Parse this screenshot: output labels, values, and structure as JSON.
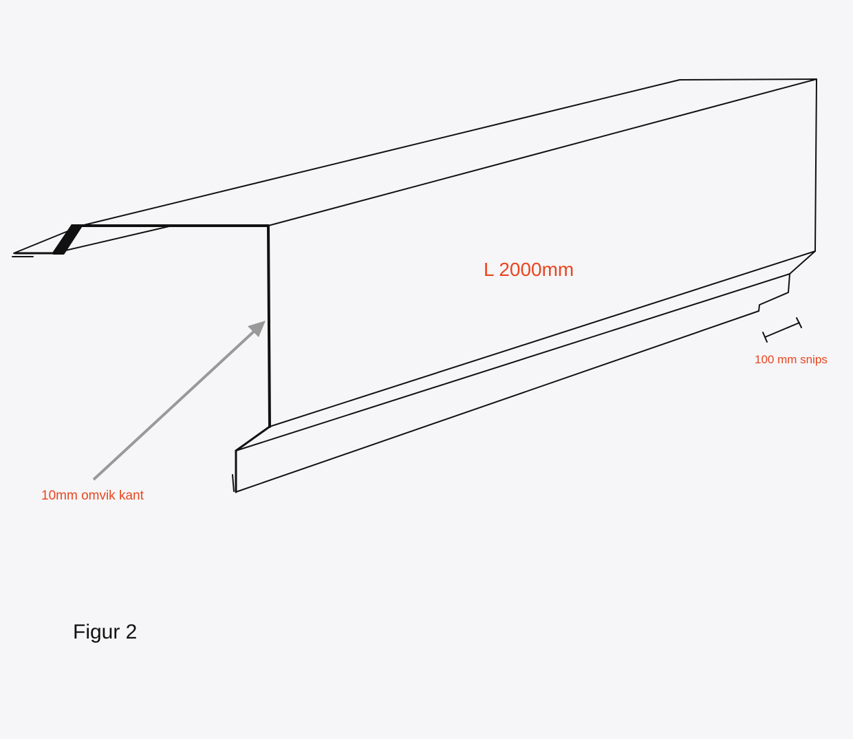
{
  "labels": {
    "length": "L 2000mm",
    "snips": "100 mm snips",
    "fold_edge": "10mm omvik kant",
    "figure": "Figur 2"
  },
  "colors": {
    "annotation": "#e8461f",
    "arrow": "#999999",
    "line": "#111111"
  }
}
